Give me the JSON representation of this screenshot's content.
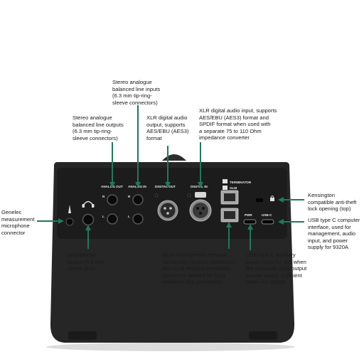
{
  "labels": {
    "analog_in": "Stereo analogue\nbalanced line inputs\n(6.3 mm tip-ring-\nsleeve connectors)",
    "analog_out": "Stereo analogue\nbalanced line outputs\n(6.3 mm tip-ring-\nsleeve connectors)",
    "xlr_out": "XLR digital audio\noutput, supports\nAES/EBU (AES3)\nformat",
    "xlr_in": "XLR digital audio input, supports\nAES/EBU (AES3) format and\nSPDIF format when used with\na separate 75 to 110 Ohm\nimpedance converter",
    "mic": "Genelec\nmeasurement\nmicrophone\nconnector",
    "headphone": "Headphone\noutput (6.3 mm\nstereo jack)",
    "glm": "GLM management network\nconnection (bottom connector)\nand GLM network terminator\nconnector needed for long\nnetworks (top connector)",
    "kensington": "Kensington\ncompatible anti-theft\nlock opening (top)",
    "usbc": "USB type C computer\ninterface, used for\nmanagement, audio\ninput, and power\nsupply for 9320A",
    "pwr": "USB type C auxiliary\npower input for use when\nthe computer USB output\ncannot supply sufficient\npower for 9320A"
  },
  "device": {
    "analog_out": "ANALOG OUT",
    "analog_in": "ANALOG IN",
    "digital_out": "DIGITAL OUT",
    "digital_in": "DIGITAL IN",
    "terminator": "TERMINATOR",
    "glm": "GLM",
    "pwr": "PWR",
    "usbc": "USB-C",
    "ch_r": "R",
    "ch_l": "L"
  },
  "colors": {
    "leader": "#1f7a5a",
    "body": "#262626",
    "face": "#1b1b1b"
  }
}
